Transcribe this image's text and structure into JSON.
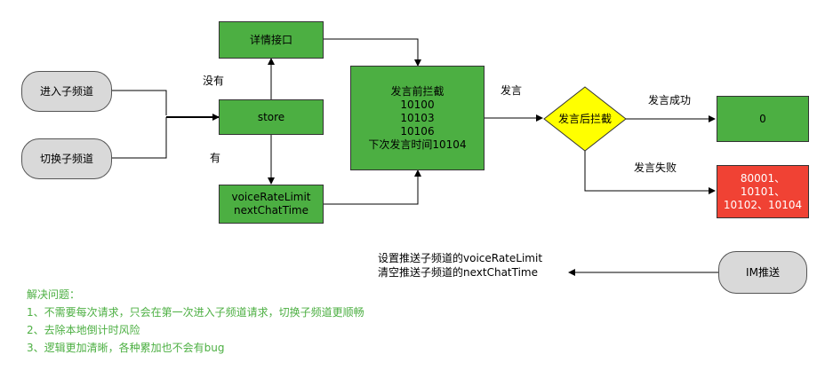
{
  "nodes": {
    "enter_sub_channel": "进入子频道",
    "switch_sub_channel": "切换子频道",
    "detail_api": "详情接口",
    "store": "store",
    "store_fields": [
      "voiceRateLimit",
      "nextChatTime"
    ],
    "pre_intercept": [
      "发言前拦截",
      "10100",
      "10103",
      "10106",
      "下次发言时间10104"
    ],
    "post_intercept": "发言后拦截",
    "success_code": "0",
    "fail_codes": [
      "80001、",
      "10101、",
      "10102、10104"
    ],
    "im_push": "IM推送"
  },
  "edge_labels": {
    "no": "没有",
    "yes": "有",
    "speak": "发言",
    "speak_success": "发言成功",
    "speak_fail": "发言失败"
  },
  "im_push_note": [
    "设置推送子频道的voiceRateLimit",
    "清空推送子频道的nextChatTime"
  ],
  "solution": {
    "title": "解决问题：",
    "items": [
      "1、不需要每次请求，只会在第一次进入子频道请求，切换子频道更顺畅",
      "2、去除本地倒计时风险",
      "3、逻辑更加清晰，各种累加也不会有bug"
    ]
  },
  "colors": {
    "green": "#4caf42",
    "red": "#f04234",
    "yellow": "#ffff00",
    "gray": "#d9d9d9"
  }
}
